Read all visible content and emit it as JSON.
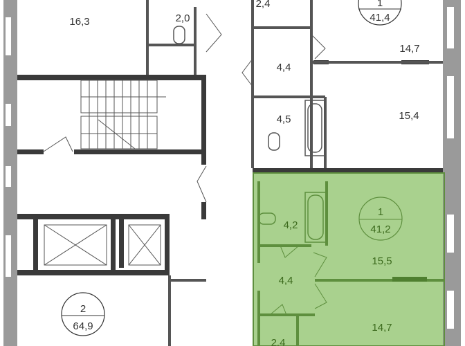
{
  "colors": {
    "wall": "#3a3a3a",
    "outer_wall": "#9a9a9a",
    "highlight": "#a9d18e",
    "highlight_wall": "#5e8f3e",
    "highlight_text": "#3d6b1e"
  },
  "rooms": [
    {
      "id": "room-16-3",
      "area": "16,3"
    },
    {
      "id": "room-2-0",
      "area": "2,0"
    },
    {
      "id": "room-2-4-top",
      "area": "2,4"
    },
    {
      "id": "room-4-4-top",
      "area": "4,4"
    },
    {
      "id": "room-14-7-top",
      "area": "14,7"
    },
    {
      "id": "room-4-5",
      "area": "4,5"
    },
    {
      "id": "room-15-4",
      "area": "15,4"
    },
    {
      "id": "room-4-2",
      "area": "4,2"
    },
    {
      "id": "room-15-5",
      "area": "15,5"
    },
    {
      "id": "room-4-4-bottom",
      "area": "4,4"
    },
    {
      "id": "room-14-7-bottom",
      "area": "14,7"
    },
    {
      "id": "room-2-4-bottom",
      "area": "2,4"
    }
  ],
  "apartments": [
    {
      "rooms": "1",
      "total_area": "41,4"
    },
    {
      "rooms": "1",
      "total_area": "41,2",
      "highlighted": true
    },
    {
      "rooms": "2",
      "total_area": "64,9"
    }
  ]
}
